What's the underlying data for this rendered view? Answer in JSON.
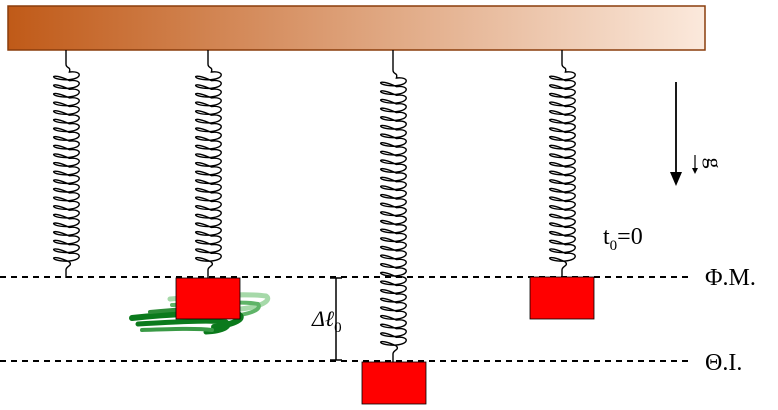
{
  "labels": {
    "gravity": "g",
    "time_main": "t",
    "time_sub": "0",
    "time_value": "=0",
    "natural_length_line": "Φ.Μ.",
    "equilibrium_line": "Θ.Ι.",
    "extension_main": "Δℓ",
    "extension_sub": "0"
  },
  "colors": {
    "ceiling_dark": "#c05a18",
    "ceiling_light": "#fbe9dc",
    "mass": "#ff0000",
    "spring": "#000000",
    "lines": "#000000",
    "motion_dark": "#0b7a1c",
    "motion_light": "#a6d9a9"
  },
  "icons": {
    "gravity_arrow": "down-arrow-icon",
    "motion_lines": "speed-lines-icon"
  },
  "diagram": {
    "spring_count": 4,
    "mass_count": 3
  }
}
